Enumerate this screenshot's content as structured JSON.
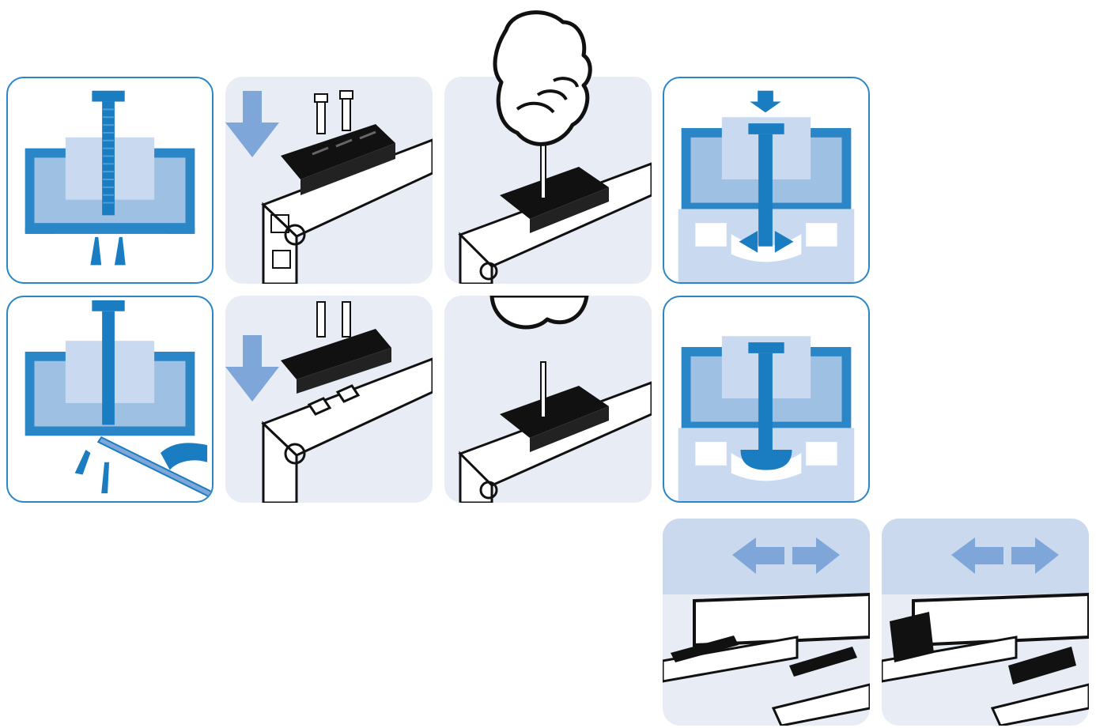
{
  "figure": {
    "description_panels": [
      {
        "id": "section-loose",
        "style": "outline"
      },
      {
        "id": "rail-insert-1",
        "style": "fill"
      },
      {
        "id": "screwdriver-1",
        "style": "fill"
      },
      {
        "id": "section-clamped-arrows",
        "style": "outline"
      },
      {
        "id": "section-cleaning",
        "style": "outline"
      },
      {
        "id": "rail-insert-2",
        "style": "fill"
      },
      {
        "id": "screwdriver-2",
        "style": "fill"
      },
      {
        "id": "section-clamped",
        "style": "outline"
      },
      {
        "id": "plate-slide-1",
        "style": "fill"
      },
      {
        "id": "plate-slide-2",
        "style": "fill"
      }
    ],
    "colors": {
      "accent_blue": "#1a7cc1",
      "light_blue": "#9ec0e3",
      "pale_blue": "#c9daf0",
      "panel_fill": "#e7ecf5",
      "arrow_blue": "#7fa6d8",
      "ink": "#111111"
    }
  }
}
